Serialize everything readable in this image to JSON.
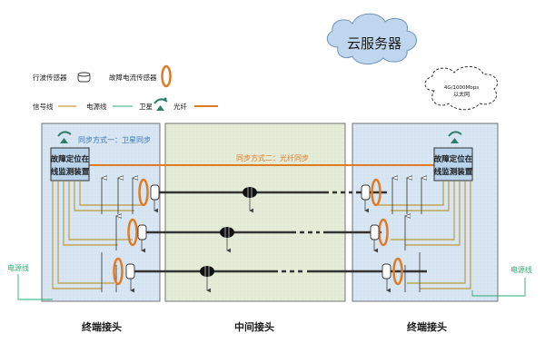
{
  "cloud": {
    "label": "云服务器"
  },
  "network": {
    "label_line1": "4G/1000Mbps",
    "label_line2": "以太网"
  },
  "legend": {
    "traveling_wave_sensor": "行波传感器",
    "fault_current_sensor": "故障电流传感器",
    "signal_line": "信号线",
    "power_line": "电源线",
    "satellite": "卫星",
    "fiber": "光纤"
  },
  "sync": {
    "satellite": "同步方式一：卫星同步",
    "fiber": "同步方式二：光纤同步"
  },
  "devices": {
    "left_line1": "故障定位在",
    "left_line2": "线监测装置",
    "right_line1": "故障定位在",
    "right_line2": "线监测装置"
  },
  "power_labels": {
    "left": "电源线",
    "right": "电源线"
  },
  "sections": {
    "left": "终端接头",
    "middle": "中间接头",
    "right": "终端接头"
  },
  "colors": {
    "panel_blue": "#d7e6f2",
    "panel_green": "#e3ecd6",
    "fiber_orange": "#e07b24",
    "signal_line": "#b8860b",
    "power_green": "#2fae72",
    "cable_dark": "#333333",
    "device_blue": "#b9d3ea"
  }
}
